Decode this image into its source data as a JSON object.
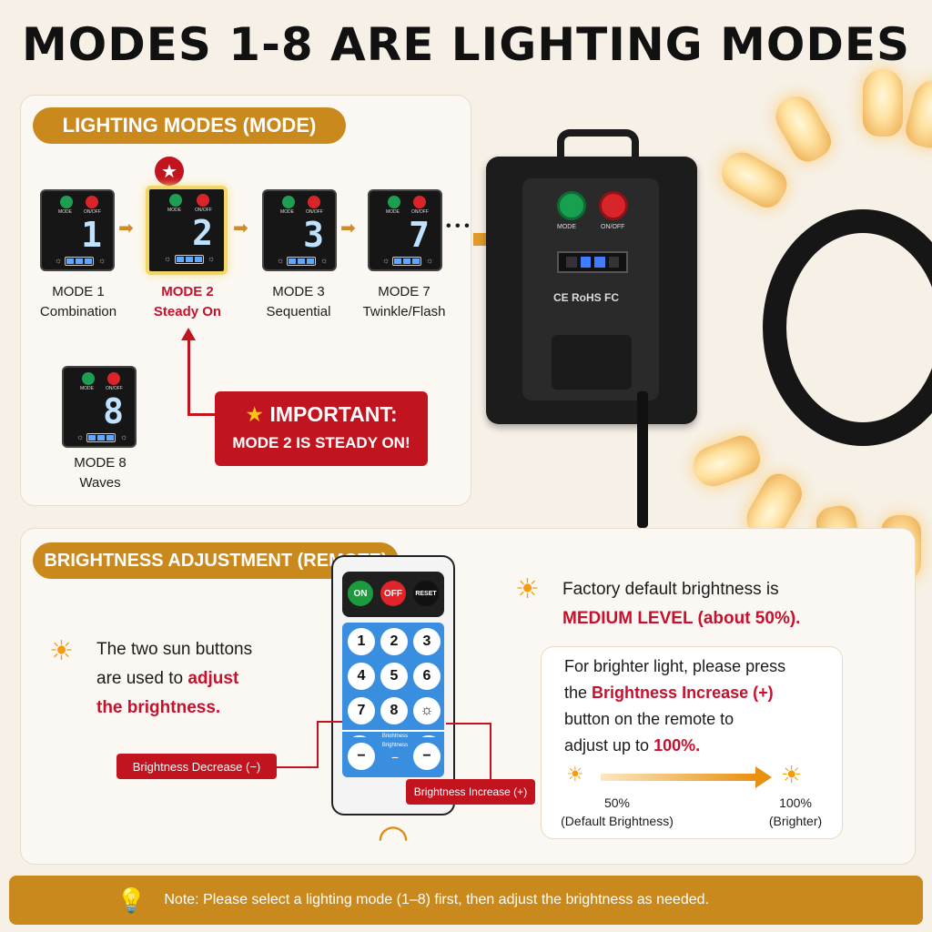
{
  "title": "MODES 1-8 ARE LIGHTING MODES",
  "lighting": {
    "header": "LIGHTING MODES (MODE)",
    "card_mode_label": "MODE",
    "card_onoff_label": "ON/OFF",
    "modes": [
      {
        "digit": "1",
        "name": "MODE 1",
        "desc": "Combination"
      },
      {
        "digit": "2",
        "name": "MODE 2",
        "desc": "Steady On"
      },
      {
        "digit": "3",
        "name": "MODE 3",
        "desc": "Sequential"
      },
      {
        "digit": "7",
        "name": "MODE 7",
        "desc": "Twinkle/Flash"
      },
      {
        "digit": "8",
        "name": "MODE 8",
        "desc": "Waves"
      }
    ],
    "ellipsis": "• • •",
    "important_title": "IMPORTANT:",
    "important_text": "MODE 2 IS STEADY ON!"
  },
  "controller": {
    "mode_label": "MODE",
    "onoff_label": "ON/OFF",
    "cert": "CE RoHS FC"
  },
  "brightness": {
    "header": "BRIGHTNESS ADJUSTMENT (REMOTE)",
    "sun_text_1": "The two sun buttons",
    "sun_text_2": "are used to",
    "sun_text_red_1": "adjust",
    "sun_text_red_2": "the brightness.",
    "default_1": "Factory default brightness is",
    "default_red": "MEDIUM LEVEL (about 50%).",
    "box_1": "For brighter light, please press",
    "box_2": "the",
    "box_red": "Brightness Increase (+)",
    "box_3": "button on the remote to",
    "box_4": "adjust up to",
    "box_red_2": "100%.",
    "left_pct": "50%",
    "left_sub": "(Default Brightness)",
    "right_pct": "100%",
    "right_sub": "(Brighter)",
    "decrease_tag": "Brightness Decrease (−)",
    "increase_tag": "Brightness Increase (+)"
  },
  "remote": {
    "on": "ON",
    "off": "OFF",
    "reset": "RESET",
    "keys": [
      "1",
      "2",
      "3",
      "4",
      "5",
      "6",
      "7",
      "8"
    ],
    "bright_label": "Brightness",
    "plus": "+",
    "minus": "−"
  },
  "note": "Note: Please select a lighting mode (1–8) first, then adjust the brightness as needed.",
  "colors": {
    "accent": "#c9891c",
    "red": "#c2141e",
    "bg": "#f6f0e7"
  }
}
